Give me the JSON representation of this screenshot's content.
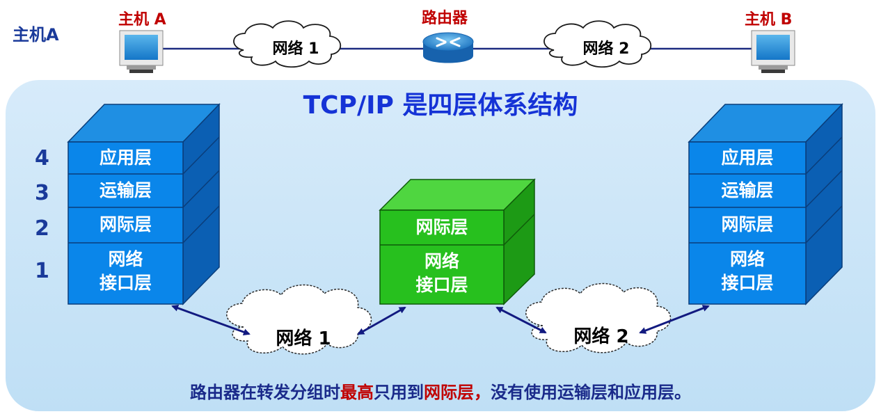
{
  "top": {
    "left_label": "主机A",
    "host_a_label": "主机 A",
    "host_b_label": "主机 B",
    "router_label": "路由器",
    "network1_label": "网络 1",
    "network2_label": "网络 2"
  },
  "title": "TCP/IP 是四层体系结构",
  "layer_numbers": [
    "4",
    "3",
    "2",
    "1"
  ],
  "host_a_stack": [
    "应用层",
    "运输层",
    "网际层",
    "网络\n接口层"
  ],
  "router_stack": [
    "网际层",
    "网络\n接口层"
  ],
  "host_b_stack": [
    "应用层",
    "运输层",
    "网际层",
    "网络\n接口层"
  ],
  "bottom_clouds": {
    "network1_label": "网络 1",
    "network2_label": "网络 2"
  },
  "footer": {
    "part1": "路由器在转发分组时",
    "highlight1": "最高",
    "part2": "只用到",
    "highlight2": "网际层，",
    "part3": "没有使用运输层和应用层。"
  },
  "colors": {
    "host_stack_front": "#0a86ea",
    "router_stack_front": "#27c01e",
    "title": "#1533d6",
    "highlight": "#c00000",
    "panel": "#c5e3f7"
  }
}
